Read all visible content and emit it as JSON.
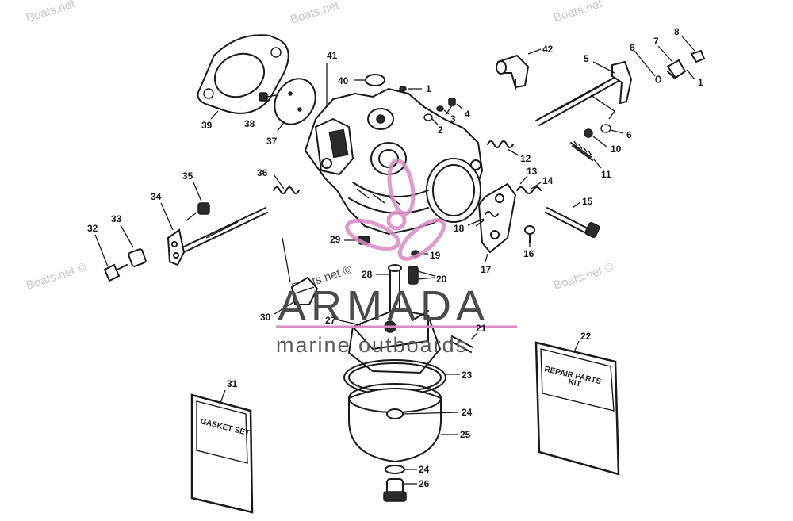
{
  "watermarks": {
    "site": "Boats.net",
    "site_copy": "Boats.net ©"
  },
  "brand": {
    "name": "ARMADA",
    "tagline": "marine outboards",
    "accent_color": "#d98bc4"
  },
  "cards": {
    "gasket_set": "GASKET SET",
    "repair_line1": "REPAIR PARTS",
    "repair_line2": "KIT"
  },
  "callouts": {
    "c1": "1",
    "c1b": "1",
    "c2": "2",
    "c3": "3",
    "c4": "4",
    "c5": "5",
    "c6a": "6",
    "c6b": "6",
    "c7": "7",
    "c8": "8",
    "c10": "10",
    "c11": "11",
    "c12": "12",
    "c13": "13",
    "c14": "14",
    "c15": "15",
    "c16": "16",
    "c17": "17",
    "c18": "18",
    "c19": "19",
    "c20": "20",
    "c21": "21",
    "c22": "22",
    "c23": "23",
    "c24a": "24",
    "c24b": "24",
    "c25": "25",
    "c26": "26",
    "c27": "27",
    "c28": "28",
    "c29": "29",
    "c30": "30",
    "c31": "31",
    "c32": "32",
    "c33": "33",
    "c34": "34",
    "c35": "35",
    "c36": "36",
    "c37": "37",
    "c38": "38",
    "c39": "39",
    "c40": "40",
    "c41": "41",
    "c42": "42"
  }
}
